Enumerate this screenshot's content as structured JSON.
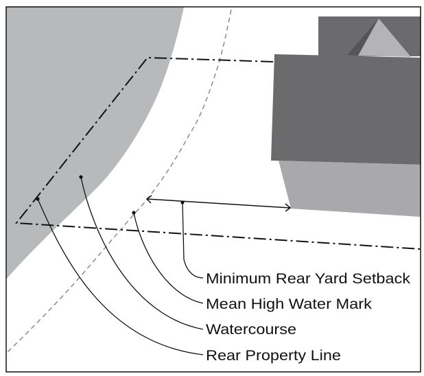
{
  "labels": {
    "setback": "Minimum Rear Yard Setback",
    "mean_high_water": "Mean High Water Mark",
    "watercourse": "Watercourse",
    "rear_property_line": "Rear Property Line"
  },
  "colors": {
    "water": "#b8b9bb",
    "house_dark": "#6b6b6e",
    "house_light": "#a9a9ab",
    "roof": "#b4b4b6",
    "line": "#111111",
    "watercourse_line": "#8a8a8a"
  }
}
